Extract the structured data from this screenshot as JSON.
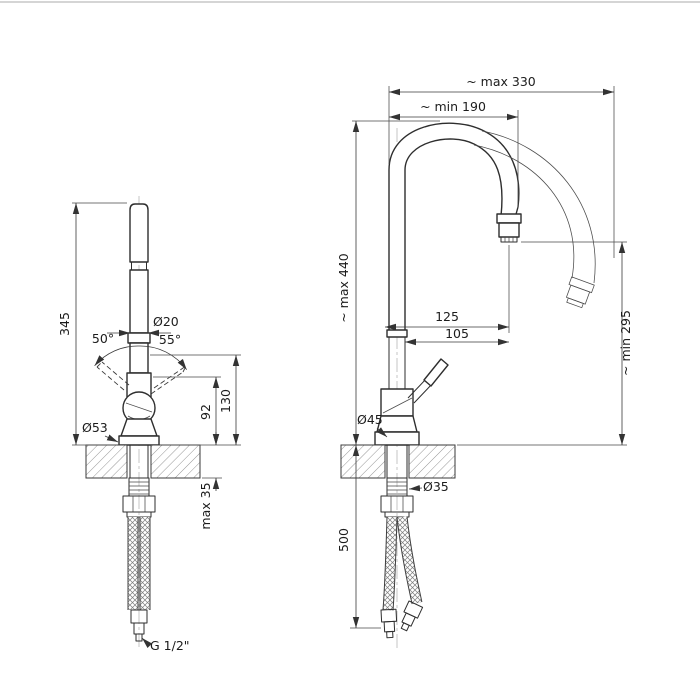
{
  "drawing": {
    "left_view": {
      "total_height": "345",
      "spout_diameter": "Ø20",
      "handle_angle_left": "50°",
      "handle_angle_right": "55°",
      "lever_height": "92",
      "handle_height": "130",
      "base_diameter": "Ø53",
      "counter_thickness": "max 35",
      "thread_size": "G 1/2\""
    },
    "right_view": {
      "reach_max": "~ max 330",
      "reach_min": "~ min 190",
      "height_max": "~ max 440",
      "reach_upper": "125",
      "reach_lower": "105",
      "height_min": "~ min 295",
      "body_diameter": "Ø45",
      "shank_diameter": "Ø35",
      "hose_length": "500"
    }
  }
}
